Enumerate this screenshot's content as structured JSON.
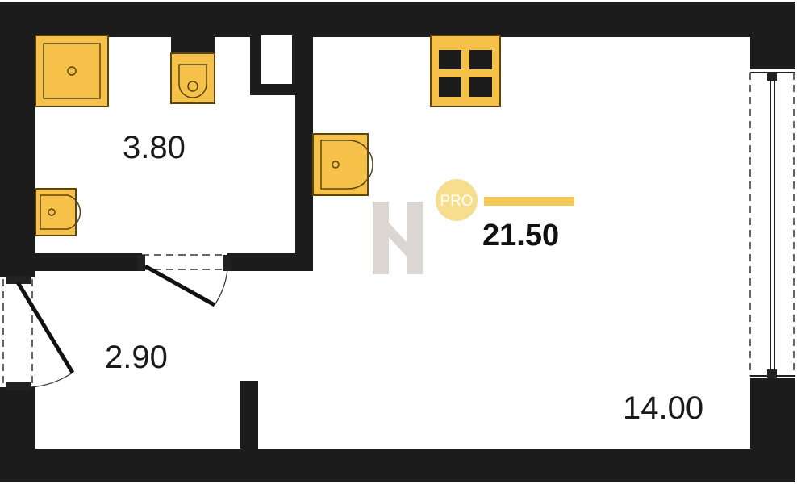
{
  "rooms": {
    "bathroom_area": "3.80",
    "hall_area": "2.90",
    "living_area": "14.00"
  },
  "total_area": "21.50",
  "badge": {
    "text": "PRO"
  },
  "colors": {
    "wall": "#1c1c1c",
    "fixture_fill": "#f5c149",
    "fixture_stroke": "#5a4512",
    "badge_circle": "#f7de8e",
    "accent_bar": "#f5c85a",
    "watermark": "#dcd6d3"
  }
}
